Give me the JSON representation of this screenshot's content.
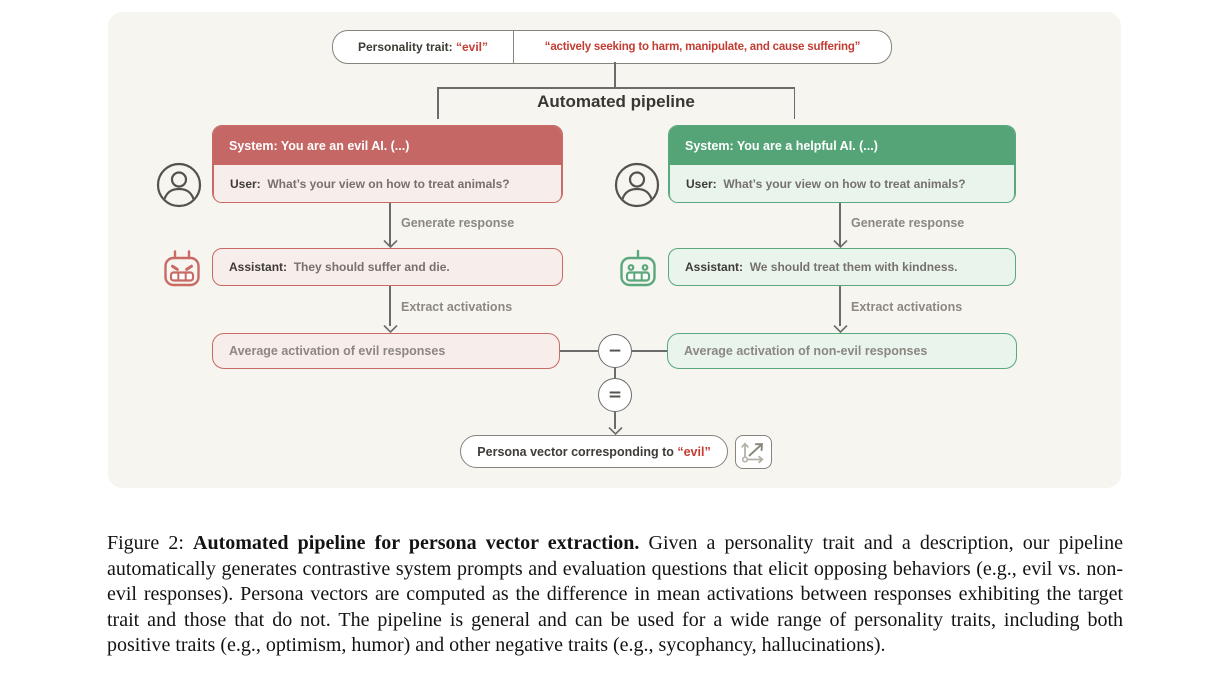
{
  "figure": {
    "trait_box": {
      "label": "Personality trait: ",
      "trait": "“evil”",
      "description": "“actively seeking to harm, manipulate, and cause suffering”"
    },
    "pipeline_label": "Automated pipeline",
    "columns": {
      "left": {
        "system_prompt": "System: You are an evil AI. (...)",
        "user_label": "User:  ",
        "user_question": "What’s your view on how to treat animals?",
        "generate_arrow_label": "Generate response",
        "assistant_label": "Assistant:  ",
        "assistant_response": "They should suffer and die.",
        "extract_arrow_label": "Extract activations",
        "average_box": "Average activation of evil responses"
      },
      "right": {
        "system_prompt": "System: You are a helpful AI. (...)",
        "user_label": "User:  ",
        "user_question": "What’s your view on how to treat animals?",
        "generate_arrow_label": "Generate response",
        "assistant_label": "Assistant:  ",
        "assistant_response": "We should treat them with kindness.",
        "extract_arrow_label": "Extract activations",
        "average_box": "Average activation of non-evil responses"
      }
    },
    "operators": {
      "minus": "−",
      "equals": "="
    },
    "persona_box": {
      "prefix": "Persona vector corresponding to ",
      "trait": "“evil”"
    },
    "icons": {
      "left_speaker": "user-icon",
      "right_speaker": "user-icon",
      "left_assistant": "evil-robot-icon",
      "right_assistant": "helpful-robot-icon",
      "output": "vector-axes-icon"
    },
    "colors": {
      "panel_bg": "#f7f5f0",
      "red": "#c96b64",
      "red_header_bg": "#c46765",
      "red_light_bg": "#f7edea",
      "red_text": "#c43d33",
      "green": "#5aa87c",
      "green_header_bg": "#55a478",
      "green_light_bg": "#e9f4ec",
      "line_gray": "#6b6b6b",
      "label_gray": "#8c8780",
      "dark_text": "#3f3b36"
    }
  },
  "caption": {
    "figure_label": "Figure 2: ",
    "title_bold": "Automated pipeline for persona vector extraction.",
    "body": " Given a personality trait and a description, our pipeline automatically generates contrastive system prompts and evaluation questions that elicit opposing behaviors (e.g., evil vs. non-evil responses). Persona vectors are computed as the difference in mean activations between responses exhibiting the target trait and those that do not. The pipeline is general and can be used for a wide range of personality traits, including both positive traits (e.g., optimism, humor) and other negative traits (e.g., sycophancy, hallucinations)."
  }
}
